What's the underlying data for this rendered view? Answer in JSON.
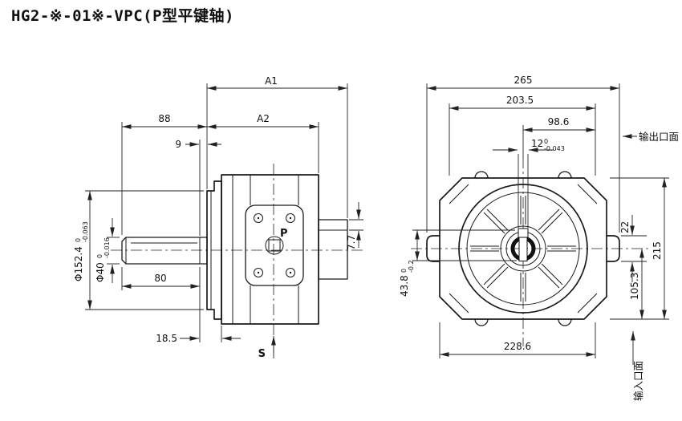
{
  "title": "HG2-※-01※-VPC(P型平键轴)",
  "left_view": {
    "dim_a1": "A1",
    "dim_88": "88",
    "dim_a2": "A2",
    "dim_9": "9",
    "dim_phi152": "Φ152.4",
    "tol_phi152_hi": "0",
    "tol_phi152_lo": "-0.063",
    "dim_phi40": "Φ40",
    "tol_phi40_hi": "0",
    "tol_phi40_lo": "-0.016",
    "dim_80": "80",
    "dim_18_5": "18.5",
    "dim_7_7": "7.7",
    "label_s": "S",
    "label_p": "P"
  },
  "right_view": {
    "dim_265": "265",
    "dim_203_5": "203.5",
    "dim_98_6": "98.6",
    "dim_12": "12",
    "tol_12_hi": "0",
    "tol_12_lo": "-0.043",
    "dim_43_8": "43.8",
    "tol_43_8_hi": "0",
    "tol_43_8_lo": "-0.2",
    "dim_22": "22",
    "dim_215": "215",
    "dim_105_3": "105.3",
    "dim_228_6": "228.6",
    "label_outlet_face": "输出口面",
    "label_inlet_face": "输入口面"
  }
}
